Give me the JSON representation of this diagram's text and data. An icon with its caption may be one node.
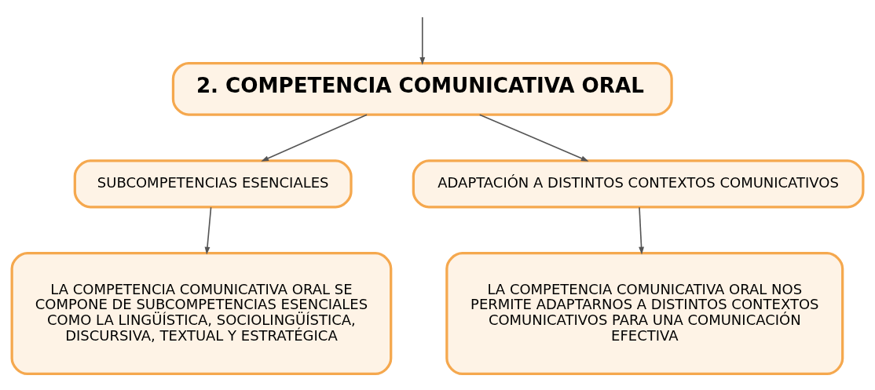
{
  "diagram": {
    "nodes": [
      {
        "text": [
          "2. COMPETENCIA COMUNICATIVA ORAL"
        ]
      },
      {
        "text": [
          "SUBCOMPETENCIAS ESENCIALES"
        ]
      },
      {
        "text": [
          "ADAPTACIÓN A DISTINTOS CONTEXTOS COMUNICATIVOS"
        ]
      },
      {
        "text": [
          "LA COMPETENCIA COMUNICATIVA ORAL SE COMPONE DE SUBCOMPETENCIAS ESENCIALES COMO LA LINGÜÍSTICA, SOCIOLINGÜÍSTICA, DISCURSIVA, TEXTUAL Y ESTRATÉGICA"
        ]
      },
      {
        "text": [
          "LA COMPETENCIA COMUNICATIVA ORAL NOS PERMITE ADAPTARNOS A DISTINTOS CONTEXTOS COMUNICATIVOS PARA UNA COMUNICACIÓN EFECTIVA"
        ]
      }
    ],
    "edges": [
      {
        "from": null,
        "to": 0,
        "arrow": "to"
      },
      {
        "from": 0,
        "to": 1,
        "arrow": "to"
      },
      {
        "from": 0,
        "to": 2,
        "arrow": "to"
      },
      {
        "from": 1,
        "to": 3,
        "arrow": "to"
      },
      {
        "from": 2,
        "to": 4,
        "arrow": "to"
      }
    ]
  }
}
